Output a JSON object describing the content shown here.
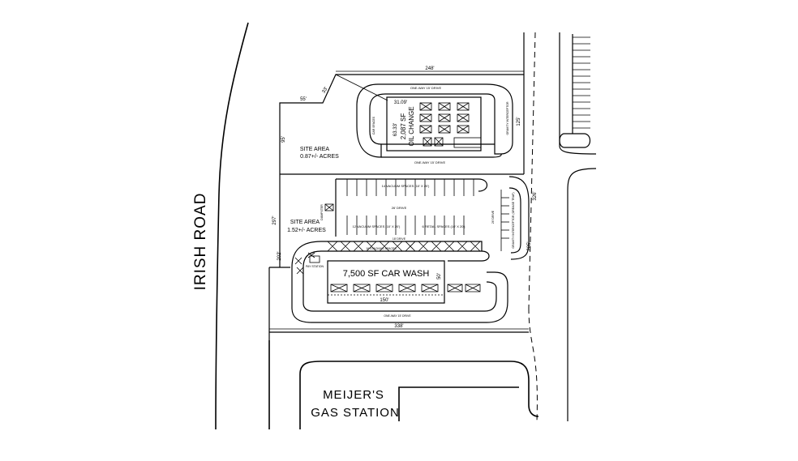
{
  "road": {
    "name": "IRISH ROAD"
  },
  "gas_station": {
    "line1": "MEIJER'S",
    "line2": "GAS STATION"
  },
  "parcel_north": {
    "site_area_title": "SITE AREA",
    "site_area_value": "0.87+/- ACRES",
    "dim_top": "248'",
    "dim_left_top": "55'",
    "dim_angle": "33'",
    "dim_left": "95'",
    "dim_right": "125'",
    "building_line1": "2,087 SF",
    "building_line2": "OIL CHANGE",
    "building_width": "63.33'",
    "building_depth": "31.09'",
    "drive_top": "ONE-WAY 15' DRIVE",
    "drive_bottom": "ONE-WAY 15' DRIVE",
    "left_label": "CAR SPACES",
    "right_label": "GRAVITY INTERCEPTOR"
  },
  "parcel_south": {
    "site_area_title": "SITE AREA",
    "site_area_value": "1.52+/- ACRES",
    "building_title": "7,500 SF CAR WASH",
    "dim_building_width": "150'",
    "dim_building_depth": "50'",
    "dim_bottom": "338'",
    "dim_left": "297'",
    "dim_left_small": "202'",
    "dim_right_top": "326'",
    "dim_right_bottom": "205'",
    "vacuum_spaces": "14 VACUUM SPACES (10' X 20')",
    "drive_mid": "26' DRIVE",
    "vacuum_spaces_2": "12 VACUUM SPACES (10' X 20')",
    "retail_spaces": "6 RETAIL SPACES (10' X 20')",
    "stacking": "16 STACKING SPACES",
    "drive_exit": "ONE-WAY 15' DRIVE",
    "pay_station": "PAY STATION",
    "dumpster": "DUMPSTER",
    "right_label": "GRAVITY INTERCEPTOR (GREASE TRAP)",
    "drive_right": "26' DRIVE",
    "drive_18": "18' DRIVE"
  }
}
